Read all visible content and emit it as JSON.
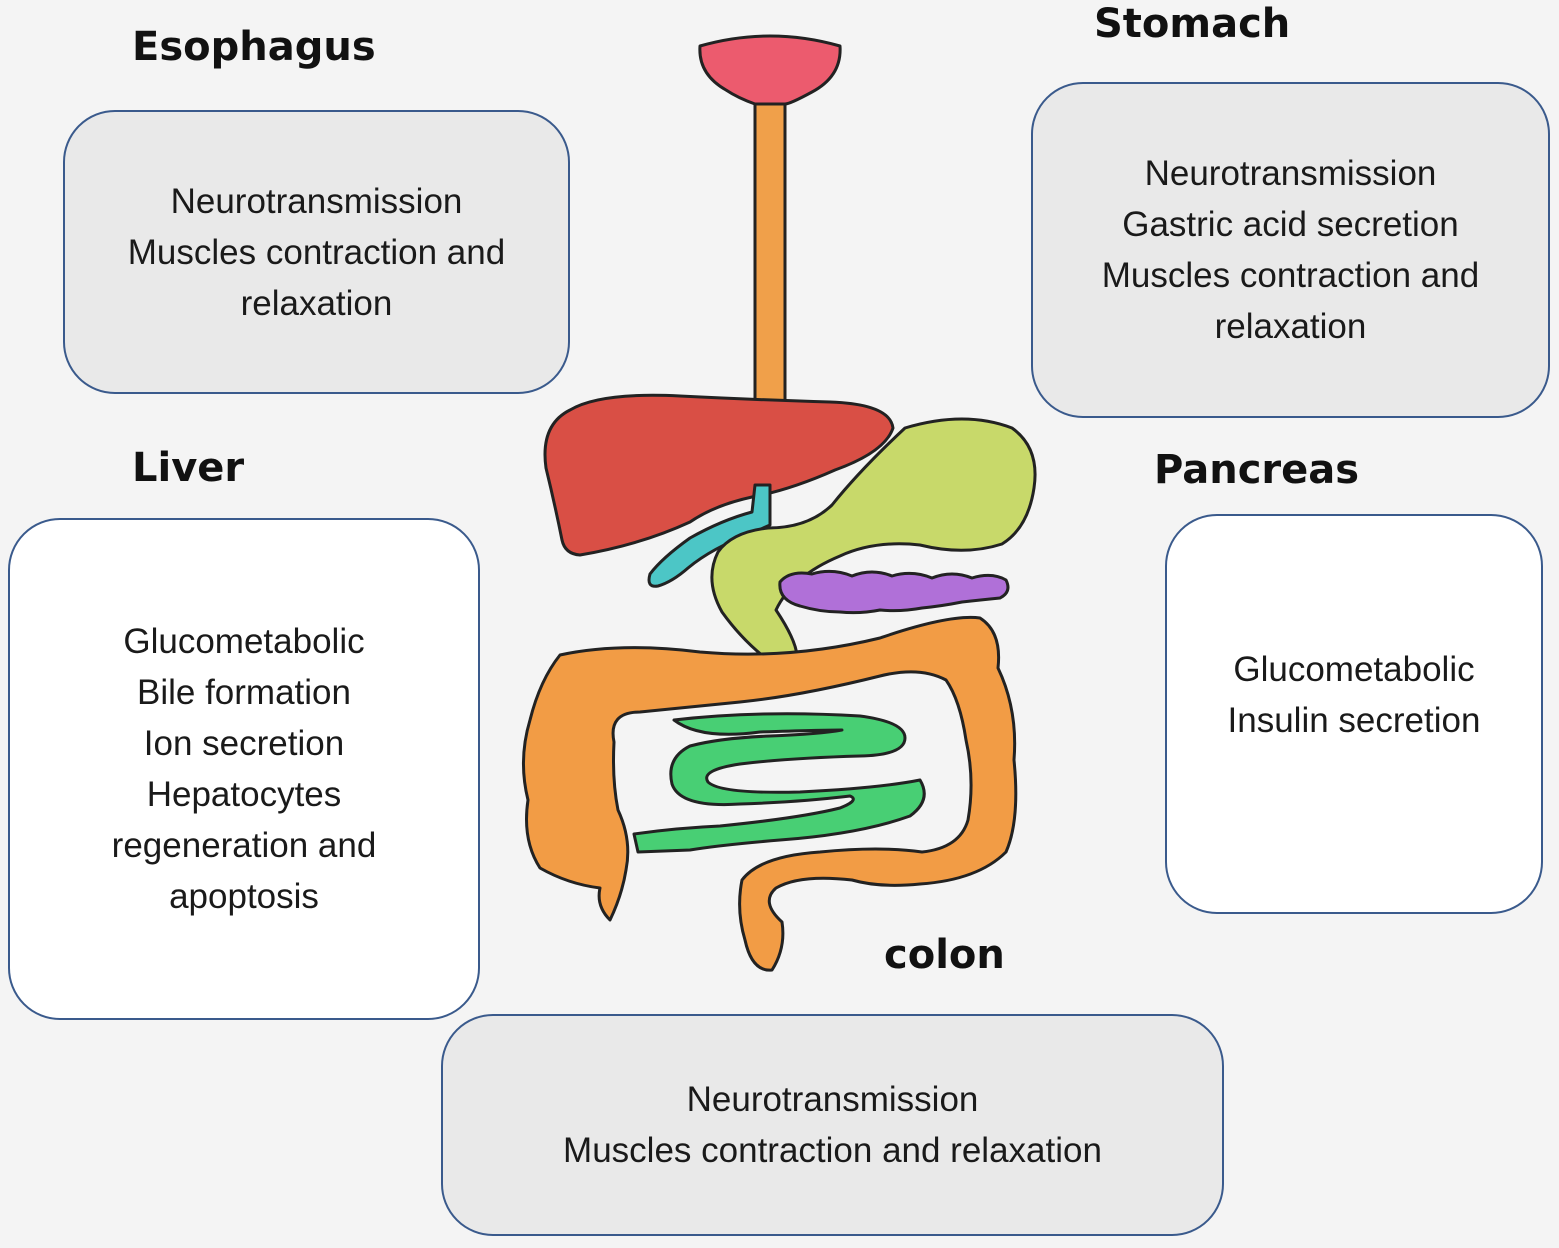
{
  "organs": [
    {
      "key": "esophagus",
      "title": "Esophagus",
      "functions": [
        "Neurotransmission",
        "Muscles contraction and",
        "relaxation"
      ]
    },
    {
      "key": "stomach",
      "title": "Stomach",
      "functions": [
        "Neurotransmission",
        "Gastric acid secretion",
        "Muscles contraction and",
        "relaxation"
      ]
    },
    {
      "key": "liver",
      "title": "Liver",
      "functions": [
        "Glucometabolic",
        "Bile formation",
        "Ion secretion",
        "Hepatocytes",
        "regeneration and",
        "apoptosis"
      ]
    },
    {
      "key": "pancreas",
      "title": "Pancreas",
      "functions": [
        "Glucometabolic",
        "Insulin secretion"
      ]
    },
    {
      "key": "colon",
      "title": "colon",
      "functions": [
        "Neurotransmission",
        "Muscles contraction and relaxation"
      ]
    }
  ],
  "colors": {
    "esophagus": "#f0a04a",
    "mouth": "#ec5b6e",
    "liver": "#d94f45",
    "stomach": "#c8d96a",
    "gallbladder": "#4cc6c6",
    "pancreas": "#b070d8",
    "colon": "#f29c45",
    "small_intestine": "#48cf74",
    "outline": "#222222",
    "box_border": "#3a5a8c",
    "box_gray_fill": "#e9e9e9",
    "box_white_fill": "#ffffff"
  }
}
